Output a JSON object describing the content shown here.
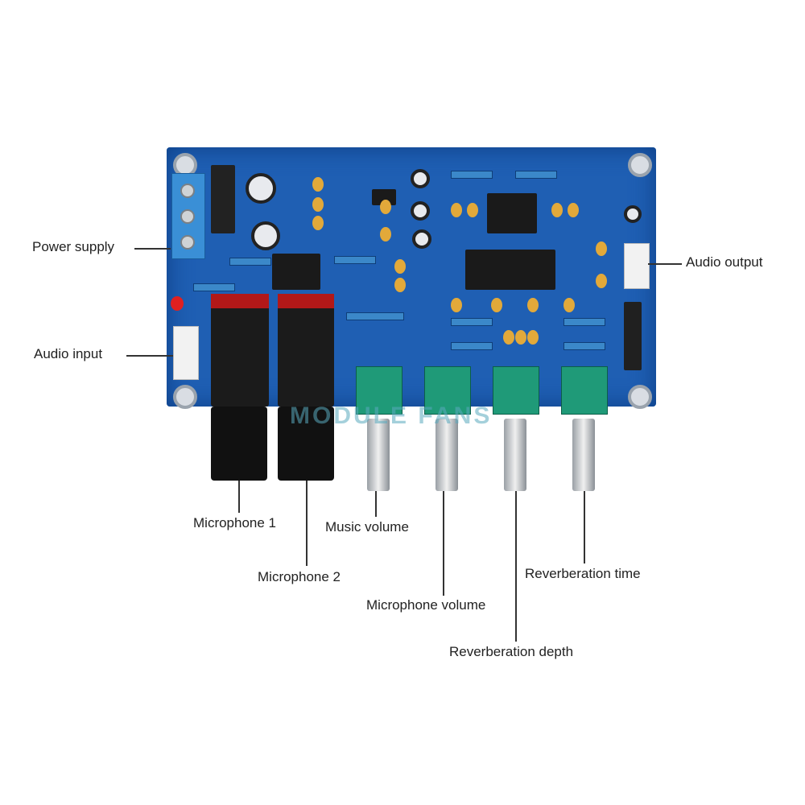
{
  "labels": {
    "power_supply": "Power supply",
    "audio_output": "Audio output",
    "audio_input": "Audio input",
    "microphone_1": "Microphone 1",
    "microphone_2": "Microphone 2",
    "music_volume": "Music volume",
    "microphone_volume": "Microphone volume",
    "reverberation_depth": "Reverberation depth",
    "reverberation_time": "Reverberation time"
  },
  "watermark": "MODULE FANS",
  "colors": {
    "pcb": "#1f5fb3",
    "potentiometer": "#1f9a78"
  }
}
